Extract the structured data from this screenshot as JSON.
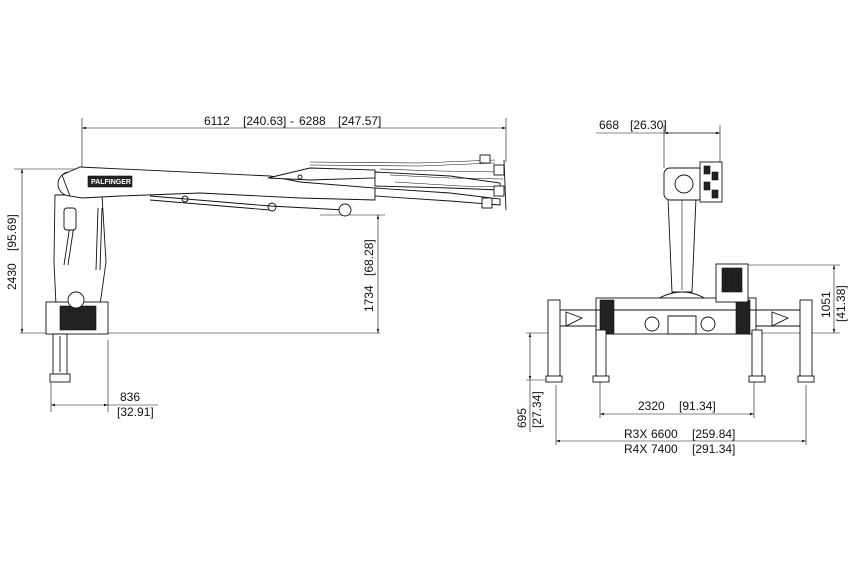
{
  "side_view": {
    "reach_min": "6112",
    "reach_min_in": "[240.63]",
    "reach_sep": "-",
    "reach_max": "6288",
    "reach_max_in": "[247.57]",
    "height_total": "2430",
    "height_total_in": "[95.69]",
    "boom_pivot_height": "1734",
    "boom_pivot_height_in": "[68.28]",
    "base_width": "836",
    "base_width_in": "[32.91]",
    "logo_text": "PALFINGER"
  },
  "rear_view": {
    "column_width": "668",
    "column_width_in": "[26.30]",
    "outrigger_height": "1051",
    "outrigger_height_in": "[41.38]",
    "stabilizer_depth": "695",
    "stabilizer_depth_in": "[27.34]",
    "base_span": "2320",
    "base_span_in": "[91.34]",
    "spread_r3x_label": "R3X",
    "spread_r3x": "6600",
    "spread_r3x_in": "[259.84]",
    "spread_r4x_label": "R4X",
    "spread_r4x": "7400",
    "spread_r4x_in": "[291.34]"
  }
}
